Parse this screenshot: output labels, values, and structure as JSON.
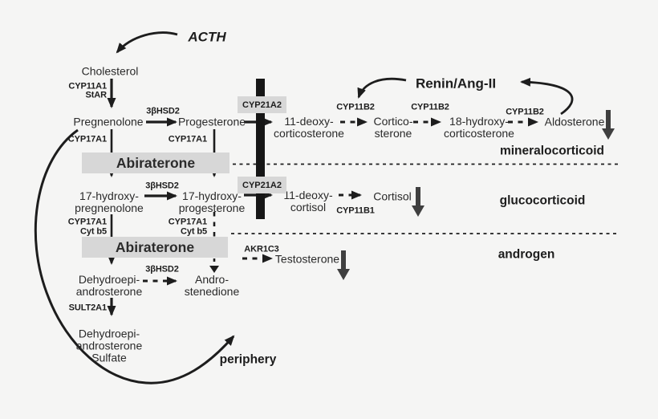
{
  "figure": {
    "type": "steroidogenesis-pathway-diagram"
  },
  "colors": {
    "background": "#f5f5f4",
    "ink": "#1d1d1d",
    "text": "#2a2a2a",
    "box_fill": "#d7d7d7",
    "blockade_bar": "#161616",
    "bold_change_arrow": "#3f3f3f"
  },
  "signals": {
    "acth": "ACTH",
    "renin_ang2": "Renin/Ang-II",
    "periphery": "periphery"
  },
  "drug": {
    "name": "Abiraterone"
  },
  "hormone_classes": {
    "mineralocorticoid": "mineralocorticoid",
    "glucocorticoid": "glucocorticoid",
    "androgen": "androgen"
  },
  "enzymes": {
    "cyp11a1": "CYP11A1",
    "star": "StAR",
    "bhsd2": "3βHSD2",
    "cyp17a1": "CYP17A1",
    "cytb5": "Cyt b5",
    "cyp21a2": "CYP21A2",
    "cyp11b2": "CYP11B2",
    "cyp11b1": "CYP11B1",
    "akr1c3": "AKR1C3",
    "sult2a1": "SULT2A1"
  },
  "metabolites": {
    "cholesterol": "Cholesterol",
    "pregnenolone": "Pregnenolone",
    "progesterone": "Progesterone",
    "deoxycorticosterone": [
      "11-deoxy-",
      "corticosterone"
    ],
    "corticosterone": [
      "Cortico-",
      "sterone"
    ],
    "hydroxycorticosterone_18": [
      "18-hydroxy-",
      "corticosterone"
    ],
    "aldosterone": "Aldosterone",
    "hydroxypregnenolone_17": [
      "17-hydroxy-",
      "pregnenolone"
    ],
    "hydroxyprogesterone_17": [
      "17-hydroxy-",
      "progesterone"
    ],
    "deoxycortisol": [
      "11-deoxy-",
      "cortisol"
    ],
    "cortisol": "Cortisol",
    "dhea": [
      "Dehydroepi-",
      "androsterone"
    ],
    "androstenedione": [
      "Andro-",
      "stenedione"
    ],
    "testosterone": "Testosterone",
    "dhea_sulfate": [
      "Dehydroepi-",
      "androsterone",
      "Sulfate"
    ]
  }
}
